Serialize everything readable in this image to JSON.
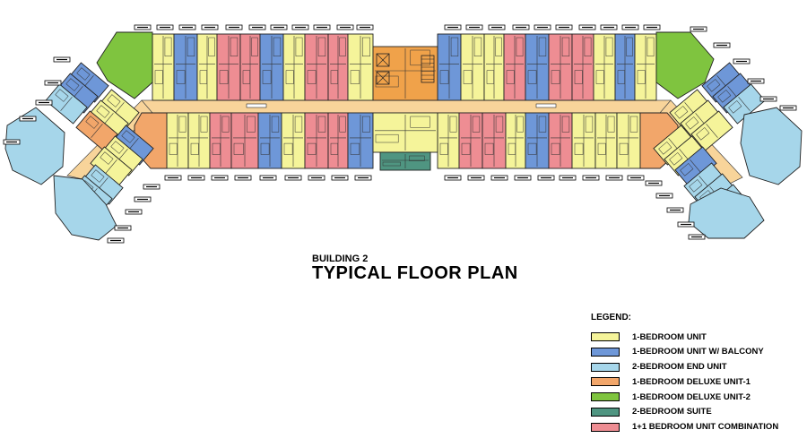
{
  "title": {
    "building": "BUILDING 2",
    "plan": "TYPICAL  FLOOR PLAN"
  },
  "legend": {
    "heading": "LEGEND:",
    "items": [
      {
        "label": "1-BEDROOM UNIT",
        "color": "#f5f49a"
      },
      {
        "label": "1-BEDROOM UNIT W/ BALCONY",
        "color": "#6e97d8"
      },
      {
        "label": "2-BEDROOM END UNIT",
        "color": "#a6d6ea"
      },
      {
        "label": "1-BEDROOM DELUXE UNIT-1",
        "color": "#f2a66a"
      },
      {
        "label": "1-BEDROOM DELUXE UNIT-2",
        "color": "#7fc43f"
      },
      {
        "label": "2-BEDROOM SUITE",
        "color": "#4f9581"
      },
      {
        "label": "1+1 BEDROOM UNIT COMBINATION",
        "color": "#ee8d93"
      }
    ]
  },
  "corridor_color": "#f8d49a",
  "core_color": "#f0a24a"
}
